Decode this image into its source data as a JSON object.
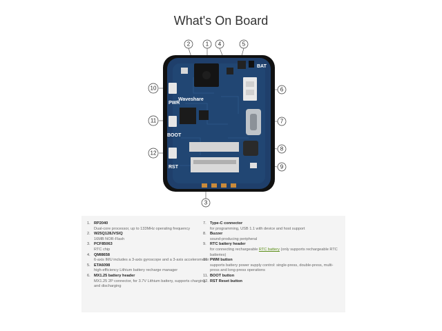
{
  "page": {
    "title": "What's On Board"
  },
  "board": {
    "silk_brand": "Waveshare",
    "side_labels": [
      "PWR",
      "BOOT",
      "RST"
    ],
    "bat_label": "BAT",
    "callouts": [
      "1",
      "2",
      "3",
      "4",
      "5",
      "6",
      "7",
      "8",
      "9",
      "10",
      "11",
      "12"
    ]
  },
  "items_left": [
    {
      "num": "1.",
      "name": "RP2040",
      "desc": "Dual-core processor, up to 133MHz operating frequency"
    },
    {
      "num": "2.",
      "name": "W25Q128JVSIQ",
      "desc": "16MB NOR-Flash"
    },
    {
      "num": "3.",
      "name": "PCF85063",
      "desc": "RTC chip"
    },
    {
      "num": "4.",
      "name": "QMI8658",
      "desc": "6-axis IMU includes a 3-axis gyroscope and a 3-axis accelerometer"
    },
    {
      "num": "5.",
      "name": "ETA6098",
      "desc": "high-efficiency Lithium battery recharge manager"
    },
    {
      "num": "6.",
      "name": "MX1.25 battery header",
      "desc": "MX1.25 2P connector, for 3.7V Lithium battery, supports charging and discharging"
    }
  ],
  "items_right": [
    {
      "num": "7.",
      "name": "Type-C connector",
      "desc": "for programming, USB 1.1 with device and host support"
    },
    {
      "num": "8.",
      "name": "Buzzer",
      "desc": "sound-producing peripheral"
    },
    {
      "num": "9.",
      "name": "RTC battery header",
      "desc_pre": "for connecting rechargeable ",
      "desc_link": "RTC battery",
      "desc_post": " (only supports rechargeable RTC batteries)"
    },
    {
      "num": "10.",
      "name": "PWM button",
      "desc": "supports battery power supply control: single-press, double-press, multi-press and long-press operations"
    },
    {
      "num": "11.",
      "name": "BOOT button",
      "desc": ""
    },
    {
      "num": "12.",
      "name": "RST Reset button",
      "desc": ""
    }
  ],
  "colors": {
    "pcb": "#1f3f6b",
    "pcb_dark": "#16304f",
    "case": "#111111",
    "panel": "#f4f4f4",
    "link": "#5a8d16"
  }
}
